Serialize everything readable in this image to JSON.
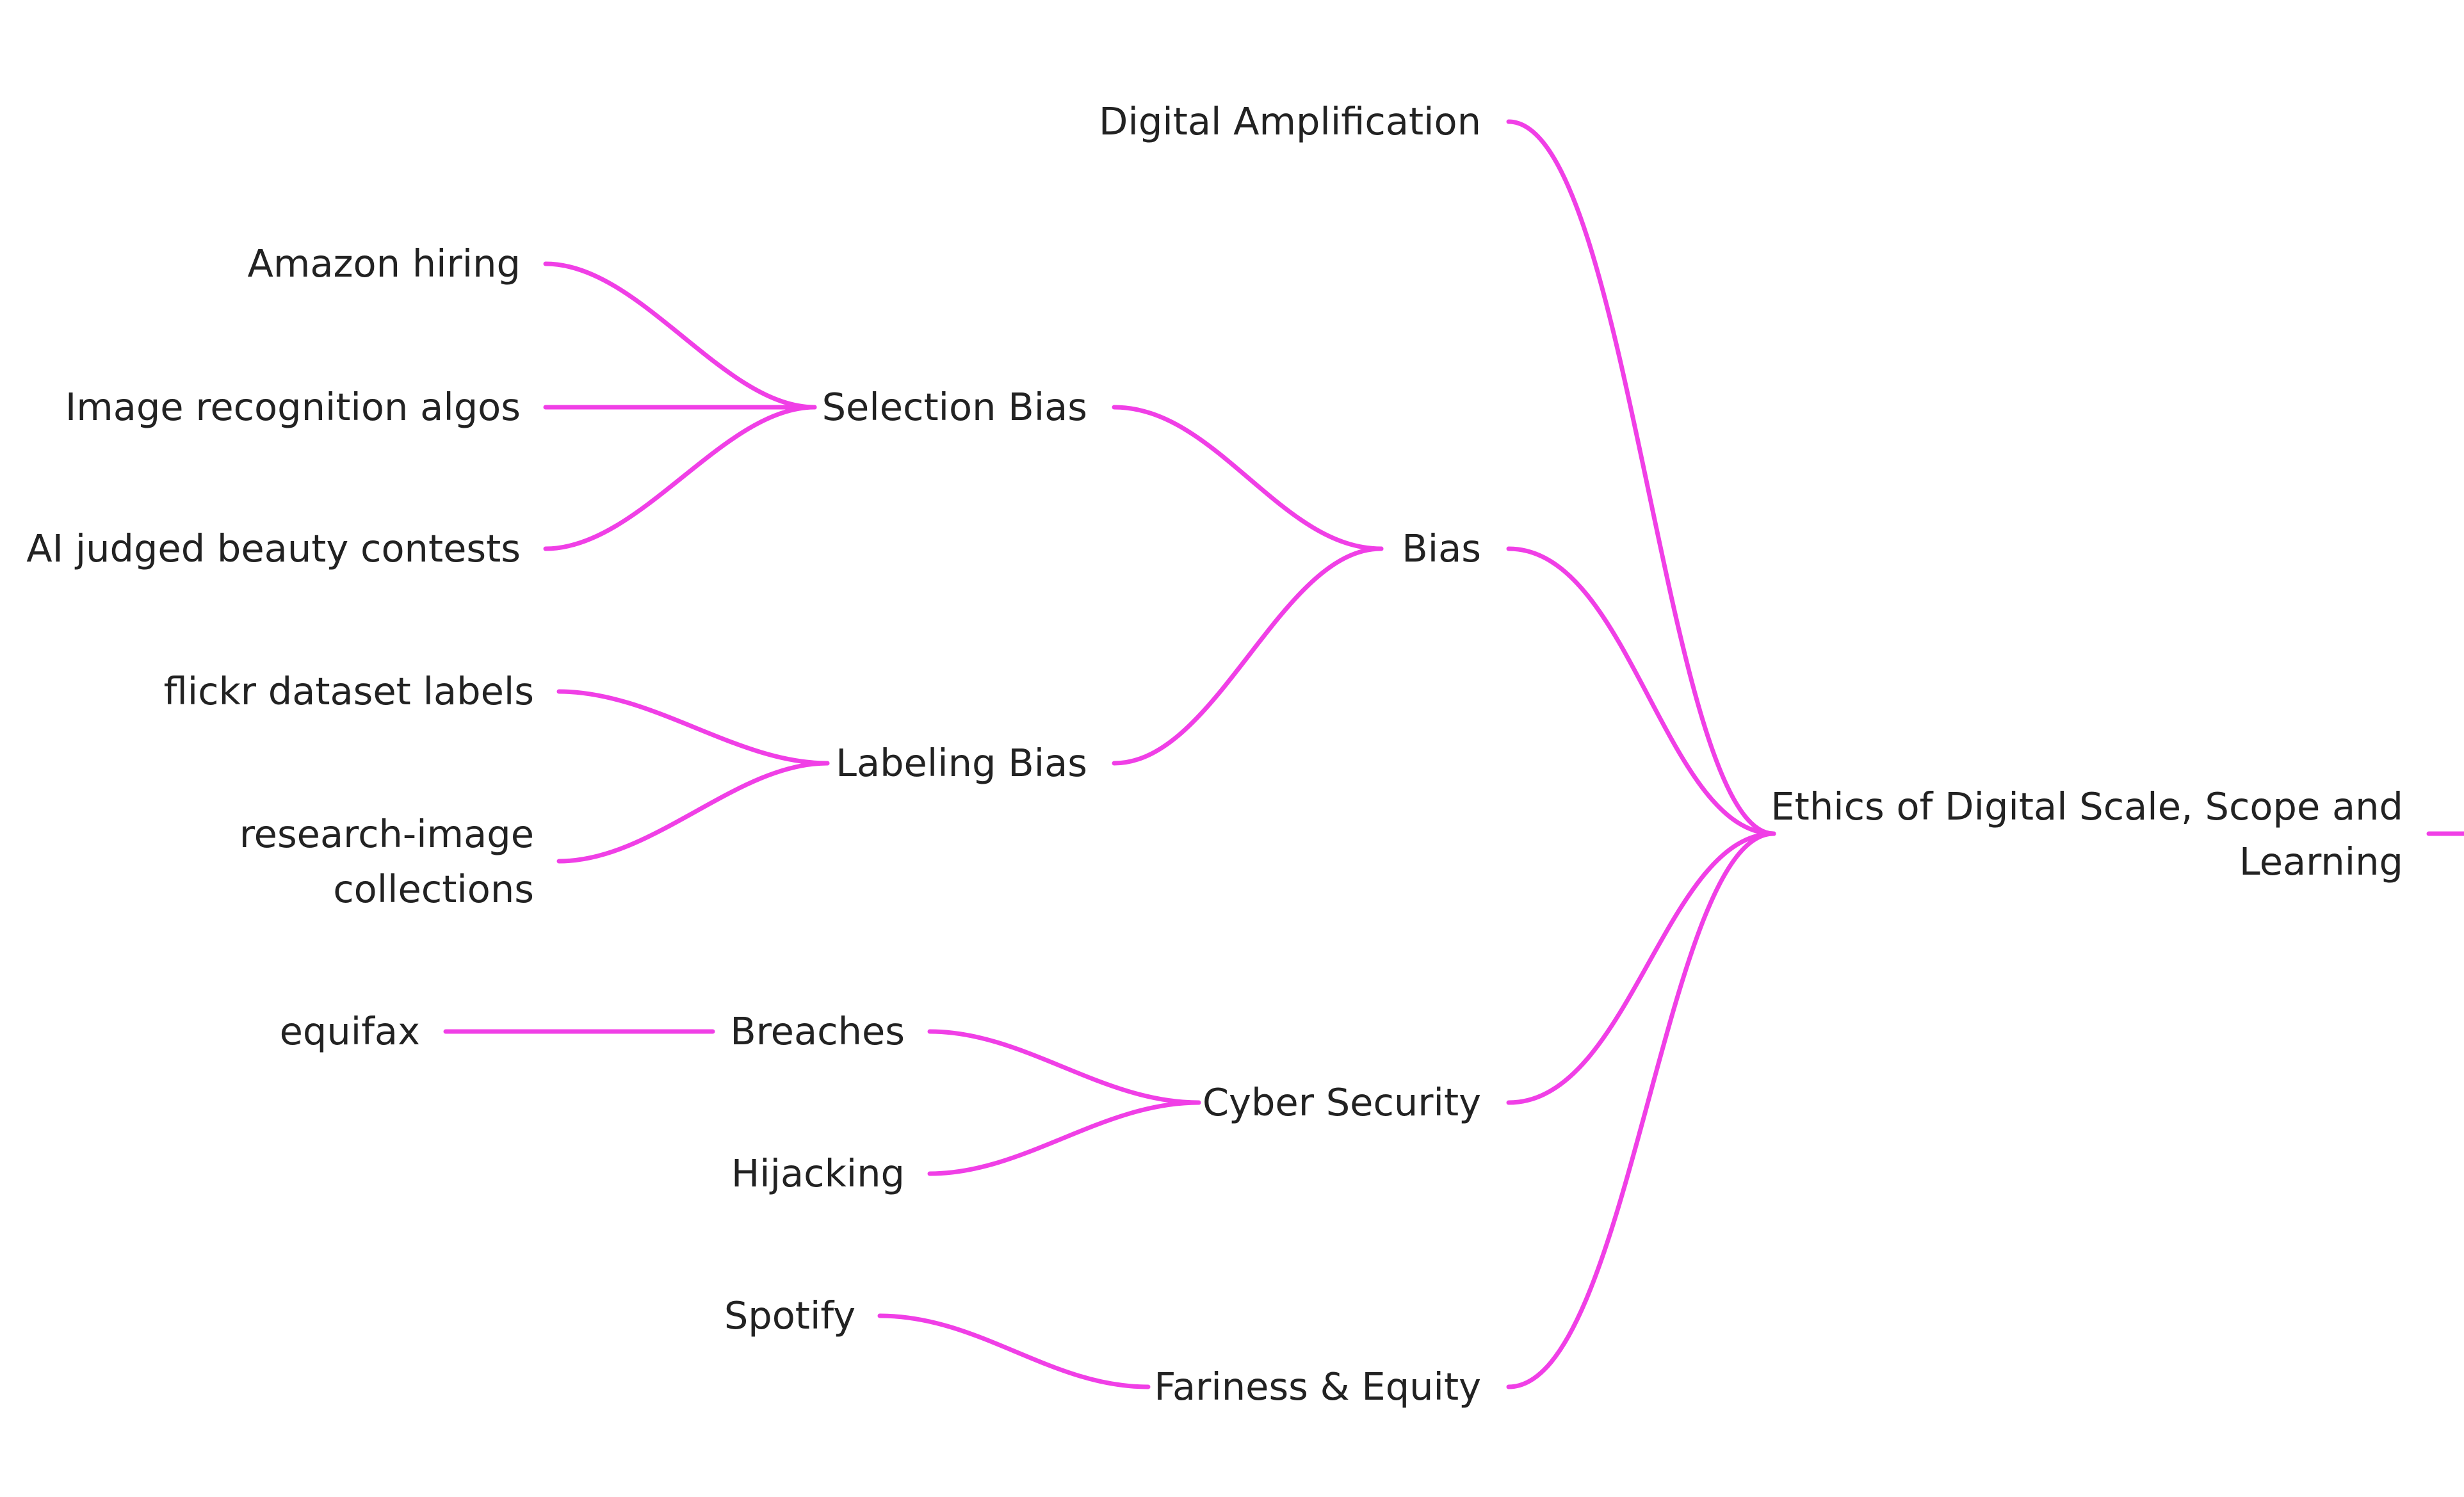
{
  "map": {
    "root": "Ethics of Digital Scale, Scope and Learning",
    "root_lines": [
      "Ethics of Digital Scale, Scope and",
      "Learning"
    ],
    "branches": {
      "digital_amplification": "Digital Amplification",
      "bias": "Bias",
      "selection_bias": "Selection Bias",
      "amazon_hiring": "Amazon hiring",
      "image_recognition": "Image recognition algos",
      "beauty_contests": "AI judged beauty contests",
      "labeling_bias": "Labeling Bias",
      "flickr": "flickr dataset labels",
      "research_image": "research-image",
      "collections": "collections",
      "cyber_security": "Cyber Security",
      "breaches": "Breaches",
      "equifax": "equifax",
      "hijacking": "Hijacking",
      "fairness": "Fariness & Equity",
      "spotify": "Spotify"
    }
  },
  "colors": {
    "connector": "#f03fe6",
    "text": "#222222",
    "background": "#ffffff"
  }
}
